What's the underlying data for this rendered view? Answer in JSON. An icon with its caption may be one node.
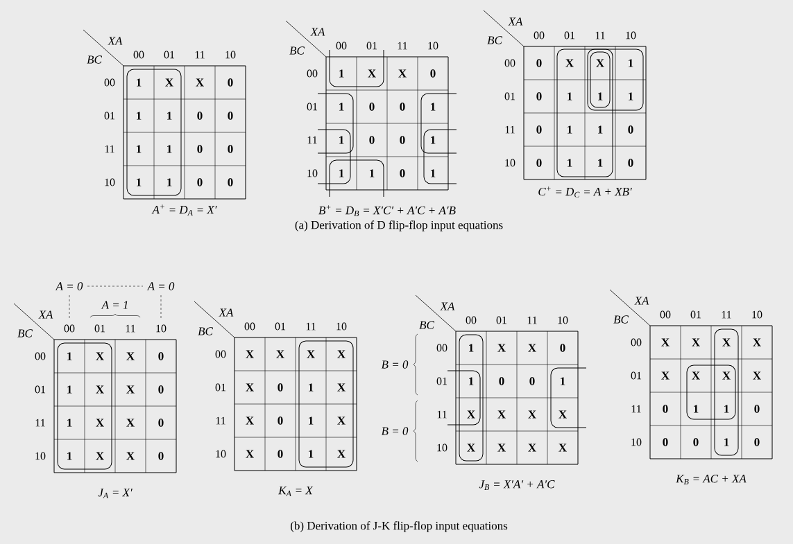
{
  "diagram": {
    "labels": [
      "XA",
      "BC",
      "00",
      "01",
      "11",
      "10",
      "00",
      "1",
      "X",
      "X",
      "0",
      "01",
      "1",
      "1",
      "0",
      "0",
      "11",
      "1",
      "1",
      "0",
      "0",
      "10",
      "1",
      "1",
      "0",
      "0",
      "A$^{+}$ = D$_{A}$ = X′",
      "XA",
      "BC",
      "00",
      "01",
      "11",
      "10",
      "00",
      "1",
      "X",
      "X",
      "0",
      "01",
      "1",
      "0",
      "0",
      "1",
      "11",
      "1",
      "0",
      "0",
      "1",
      "10",
      "1",
      "1",
      "0",
      "1",
      "B$^{+}$ = D$_{B}$ = X′C′ + A′C + A′B",
      "XA",
      "BC",
      "00",
      "01",
      "11",
      "10",
      "00",
      "0",
      "X",
      "X",
      "1",
      "01",
      "0",
      "1",
      "1",
      "1",
      "11",
      "0",
      "1",
      "1",
      "0",
      "10",
      "0",
      "1",
      "1",
      "0",
      "C$^{+}$ = D$_{C}$ = A + XB′",
      "(a) Derivation of D flip-flop input equations",
      "A = 0",
      "A = 0",
      "A = 1",
      "XA",
      "BC",
      "00",
      "01",
      "11",
      "10",
      "00",
      "1",
      "X",
      "X",
      "0",
      "01",
      "1",
      "X",
      "X",
      "0",
      "11",
      "1",
      "X",
      "X",
      "0",
      "10",
      "1",
      "X",
      "X",
      "0",
      "J$_{A}$ = X′",
      "XA",
      "BC",
      "00",
      "01",
      "11",
      "10",
      "00",
      "X",
      "X",
      "X",
      "X",
      "01",
      "X",
      "0",
      "1",
      "X",
      "11",
      "X",
      "0",
      "1",
      "X",
      "10",
      "X",
      "0",
      "1",
      "X",
      "K$_{A}$ = X",
      "B = 0",
      "B = 0",
      "XA",
      "BC",
      "00",
      "01",
      "11",
      "10",
      "00",
      "1",
      "X",
      "X",
      "0",
      "01",
      "1",
      "0",
      "0",
      "1",
      "11",
      "X",
      "X",
      "X",
      "X",
      "10",
      "X",
      "X",
      "X",
      "X",
      "J$_{B}$ = X′A′ + A′C",
      "XA",
      "BC",
      "00",
      "01",
      "11",
      "10",
      "00",
      "X",
      "X",
      "X",
      "X",
      "01",
      "X",
      "X",
      "X",
      "X",
      "11",
      "0",
      "1",
      "1",
      "0",
      "10",
      "0",
      "0",
      "1",
      "0",
      "K$_{B}$ = AC + XA",
      "(b) Derivation of J-K flip-flop input equations"
    ]
  }
}
